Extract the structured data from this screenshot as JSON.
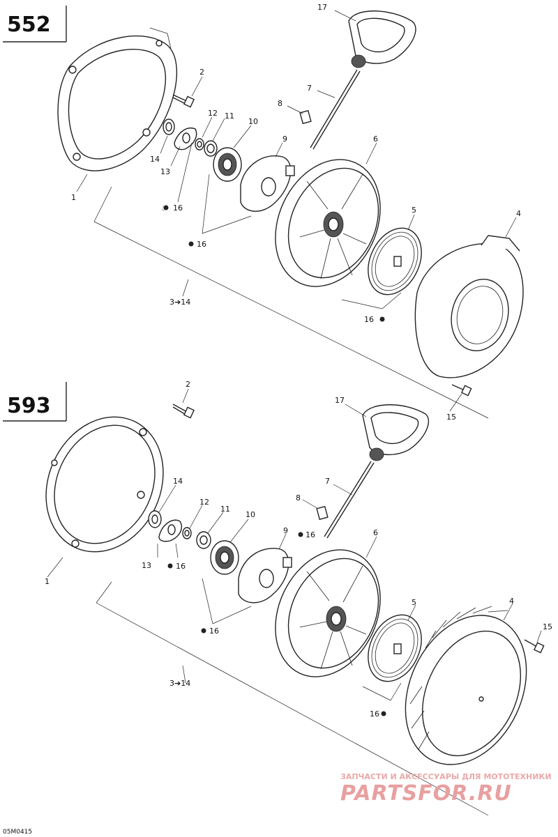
{
  "sections": [
    {
      "id": "552",
      "callouts": {
        "c1": "1",
        "c2": "2",
        "c3to14": "3➔14",
        "c4": "4",
        "c5": "5",
        "c6": "6",
        "c7": "7",
        "c8": "8",
        "c9": "9",
        "c10": "10",
        "c11": "11",
        "c12": "12",
        "c13": "13",
        "c14": "14",
        "c15": "15",
        "c16a": "16",
        "c16b": "16",
        "c16c": "16",
        "c17": "17"
      }
    },
    {
      "id": "593",
      "callouts": {
        "c1": "1",
        "c2": "2",
        "c3to14": "3➔14",
        "c4": "4",
        "c5": "5",
        "c6": "6",
        "c7": "7",
        "c8": "8",
        "c9": "9",
        "c10": "10",
        "c11": "11",
        "c12": "12",
        "c13": "13",
        "c14": "14",
        "c15": "15",
        "c16a": "16",
        "c16b": "16",
        "c16c": "16",
        "c16d": "16",
        "c17": "17"
      }
    }
  ],
  "drawing_code": "05M0415",
  "watermark": {
    "tagline": "ЗАПЧАСТИ И АКСЕССУАРЫ ДЛЯ МОТОТЕХНИКИ",
    "brand": "PARTSFOR.RU"
  },
  "colors": {
    "ink": "#222222",
    "watermark": "#e8a0a0"
  }
}
